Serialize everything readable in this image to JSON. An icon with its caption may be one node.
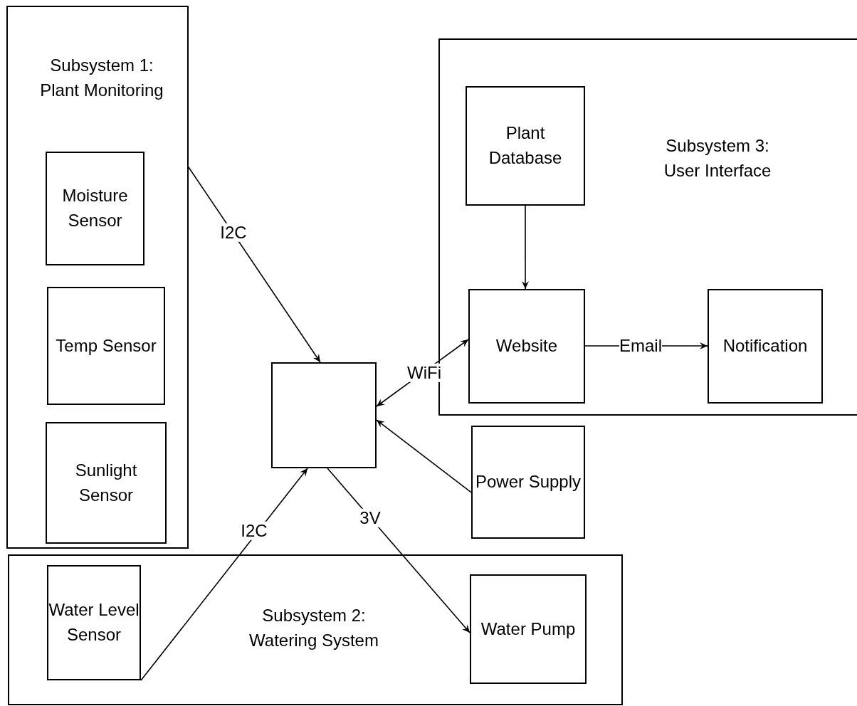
{
  "diagram": {
    "nodes": [
      {
        "text": [
          "Subsystem 1: Plant Monitoring"
        ]
      },
      {
        "text": [
          "Moisture Sensor"
        ],
        "in": 0
      },
      {
        "text": [
          "Temp Sensor"
        ],
        "in": 0
      },
      {
        "text": [
          "Sunlight Sensor"
        ],
        "in": 0
      },
      {
        "text": [
          "Subsystem 3: User Interface"
        ]
      },
      {
        "text": [
          "Plant Database"
        ],
        "in": 4
      },
      {
        "text": [
          "Website"
        ],
        "in": 4
      },
      {
        "text": [
          "Notification"
        ],
        "in": 4
      },
      {
        "text": [],
        "shape": "box"
      },
      {
        "text": [
          "Power Supply"
        ]
      },
      {
        "text": [
          "Subsystem 2: Watering System"
        ]
      },
      {
        "text": [
          "Water Level Sensor"
        ],
        "in": 10
      },
      {
        "text": [
          "Water Pump"
        ],
        "in": 10
      }
    ],
    "edges": [
      {
        "from": 0,
        "to": 8,
        "arrow": "to",
        "label": "I2C"
      },
      {
        "from": 5,
        "to": 6,
        "arrow": "to"
      },
      {
        "from": 6,
        "to": 7,
        "arrow": "to",
        "label": "Email"
      },
      {
        "from": 8,
        "to": 6,
        "arrow": "both",
        "label": "WiFi"
      },
      {
        "from": 9,
        "to": 8,
        "arrow": "to"
      },
      {
        "from": 11,
        "to": 8,
        "arrow": "to",
        "label": "I2C"
      },
      {
        "from": 8,
        "to": 12,
        "arrow": "to",
        "label": "3V"
      }
    ]
  }
}
